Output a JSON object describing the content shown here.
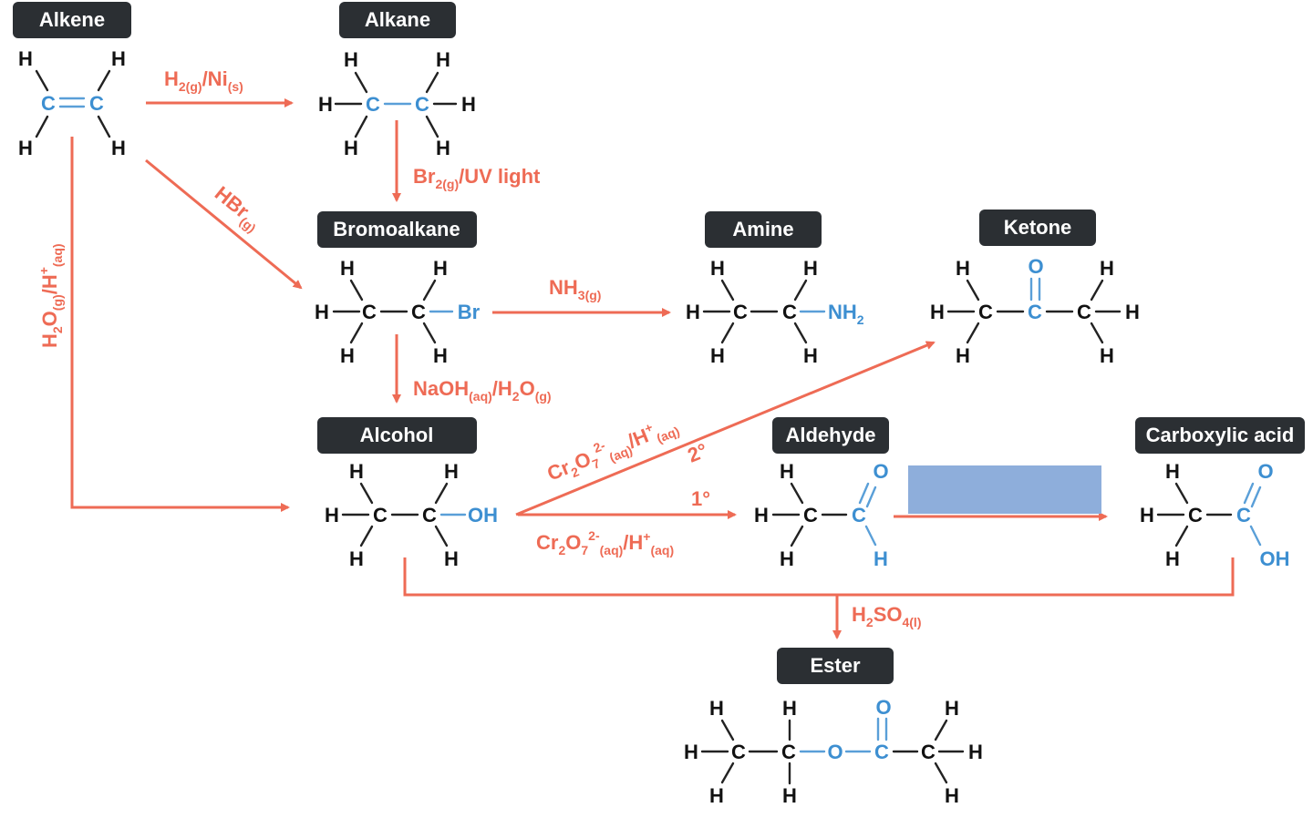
{
  "colors": {
    "arrow": "#ee6b55",
    "functional_group": "#3d8fd1",
    "label_box": "#2b2f33",
    "hidden_reagent_box": "#8eaedb"
  },
  "labels": {
    "alkene": "Alkene",
    "alkane": "Alkane",
    "bromoalkane": "Bromoalkane",
    "amine": "Amine",
    "ketone": "Ketone",
    "alcohol": "Alcohol",
    "aldehyde": "Aldehyde",
    "carboxylic_acid": "Carboxylic acid",
    "ester": "Ester"
  },
  "atoms": {
    "h": "H",
    "c": "C",
    "o": "O",
    "br": "Br",
    "oh": "OH",
    "n": "NH"
  },
  "subscript_2": "2",
  "reagents": {
    "hydrogenation": {
      "a": "H",
      "a_sub": "2(g)",
      "b": "/Ni",
      "b_sub": "(s)"
    },
    "bromination": {
      "a": "Br",
      "a_sub": "2(g)",
      "b": "/UV light"
    },
    "hbr": {
      "a": "HBr",
      "a_sub": "(g)"
    },
    "hydration": {
      "a": "H",
      "a_sub": "2",
      "b": "O",
      "b_sub": "(g)",
      "c": "/H",
      "c_sup": "+",
      "c_sub": "(aq)"
    },
    "ammonia": {
      "a": "NH",
      "a_sub": "3(g)"
    },
    "hydrolysis": {
      "a": "NaOH",
      "a_sub": "(aq)",
      "b": "/H",
      "b_sub": "2",
      "c": "O",
      "c_sub": "(g)"
    },
    "oxidation_secondary": {
      "a": "Cr",
      "a_sub": "2",
      "b": "O",
      "b_sub": "7",
      "b_sup": "2-",
      "b_sub2": "(aq)",
      "c": "/H",
      "c_sup": "+",
      "c_sub": "(aq)",
      "degree": "2°"
    },
    "oxidation_primary": {
      "a": "Cr",
      "a_sub": "2",
      "b": "O",
      "b_sub": "7",
      "b_sup": "2-",
      "b_sub2": "(aq)",
      "c": "/H",
      "c_sup": "+",
      "c_sub": "(aq)",
      "degree": "1°"
    },
    "esterification": {
      "a": "H",
      "a_sub": "2",
      "b": "SO",
      "b_sub": "4(l)"
    }
  }
}
